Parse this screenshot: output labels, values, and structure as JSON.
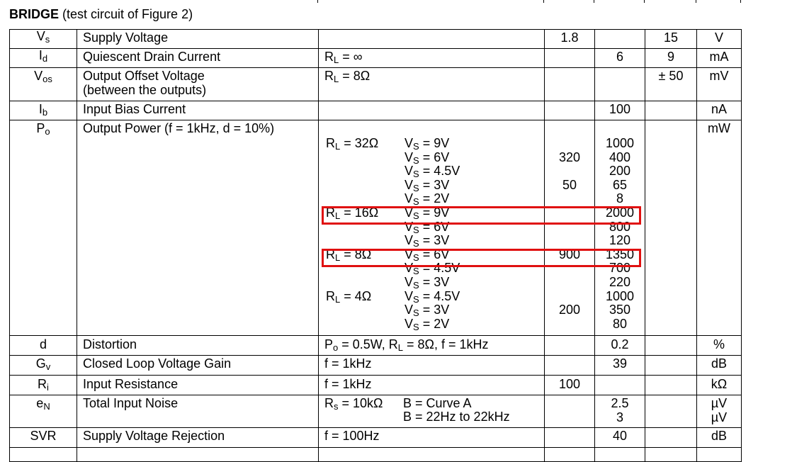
{
  "heading": {
    "bold": "BRIDGE",
    "rest": " (test circuit of Figure 2)"
  },
  "units": {
    "inf": "∞",
    "ohm": "Ω",
    "kohm": "kΩ",
    "uv": "µV",
    "pm": "± 50"
  },
  "rows": {
    "vs": {
      "sym": "V",
      "sub": "s",
      "param": "Supply Voltage",
      "min": "1.8",
      "max": "15",
      "unit": "V"
    },
    "id": {
      "sym": "I",
      "sub": "d",
      "param": "Quiescent Drain Current",
      "cond_pre": "R",
      "cond_sub": "L",
      "cond_post": " = ∞",
      "typ": "6",
      "max": "9",
      "unit": "mA"
    },
    "vos": {
      "sym": "V",
      "sub": "os",
      "param1": "Output Offset Voltage",
      "param2": "(between the outputs)",
      "cond_pre": "R",
      "cond_sub": "L",
      "cond_post": " = 8Ω",
      "max": "± 50",
      "unit": "mV"
    },
    "ib": {
      "sym": "I",
      "sub": "b",
      "param": "Input Bias Current",
      "typ": "100",
      "unit": "nA"
    },
    "po": {
      "sym": "P",
      "sub": "o",
      "param": "Output Power (f = 1kHz, d = 10%)",
      "unit": "mW",
      "lines": [
        {
          "rl": "R",
          "rl_sub": "L",
          "rl_post": " = 32Ω",
          "vs": "V",
          "vs_sub": "S",
          "vs_post": " = 9V",
          "min": "",
          "typ": "1000"
        },
        {
          "rl": "",
          "rl_sub": "",
          "rl_post": "",
          "vs": "V",
          "vs_sub": "S",
          "vs_post": " = 6V",
          "min": "320",
          "typ": "400"
        },
        {
          "rl": "",
          "rl_sub": "",
          "rl_post": "",
          "vs": "V",
          "vs_sub": "S",
          "vs_post": " = 4.5V",
          "min": "",
          "typ": "200"
        },
        {
          "rl": "",
          "rl_sub": "",
          "rl_post": "",
          "vs": "V",
          "vs_sub": "S",
          "vs_post": " = 3V",
          "min": "50",
          "typ": "65"
        },
        {
          "rl": "",
          "rl_sub": "",
          "rl_post": "",
          "vs": "V",
          "vs_sub": "S",
          "vs_post": " = 2V",
          "min": "",
          "typ": "8"
        },
        {
          "rl": "R",
          "rl_sub": "L",
          "rl_post": " = 16Ω",
          "vs": "V",
          "vs_sub": "S",
          "vs_post": " = 9V",
          "min": "",
          "typ": "2000"
        },
        {
          "rl": "",
          "rl_sub": "",
          "rl_post": "",
          "vs": "V",
          "vs_sub": "S",
          "vs_post": " = 6V",
          "min": "",
          "typ": "800"
        },
        {
          "rl": "",
          "rl_sub": "",
          "rl_post": "",
          "vs": "V",
          "vs_sub": "S",
          "vs_post": " = 3V",
          "min": "",
          "typ": "120"
        },
        {
          "rl": "R",
          "rl_sub": "L",
          "rl_post": " = 8Ω",
          "vs": "V",
          "vs_sub": "S",
          "vs_post": " = 6V",
          "min": "900",
          "typ": "1350"
        },
        {
          "rl": "",
          "rl_sub": "",
          "rl_post": "",
          "vs": "V",
          "vs_sub": "S",
          "vs_post": " = 4.5V",
          "min": "",
          "typ": "700"
        },
        {
          "rl": "",
          "rl_sub": "",
          "rl_post": "",
          "vs": "V",
          "vs_sub": "S",
          "vs_post": " = 3V",
          "min": "",
          "typ": "220"
        },
        {
          "rl": "R",
          "rl_sub": "L",
          "rl_post": " = 4Ω",
          "vs": "V",
          "vs_sub": "S",
          "vs_post": " = 4.5V",
          "min": "",
          "typ": "1000"
        },
        {
          "rl": "",
          "rl_sub": "",
          "rl_post": "",
          "vs": "V",
          "vs_sub": "S",
          "vs_post": " = 3V",
          "min": "200",
          "typ": "350"
        },
        {
          "rl": "",
          "rl_sub": "",
          "rl_post": "",
          "vs": "V",
          "vs_sub": "S",
          "vs_post": " = 2V",
          "min": "",
          "typ": "80"
        }
      ]
    },
    "d": {
      "sym": "d",
      "param": "Distortion",
      "cond_a": "P",
      "cond_a_sub": "o",
      "cond_b": " = 0.5W, R",
      "cond_b_sub": "L",
      "cond_c": " = 8Ω, f = 1kHz",
      "typ": "0.2",
      "unit": "%"
    },
    "gv": {
      "sym": "G",
      "sub": "v",
      "param": "Closed Loop Voltage Gain",
      "cond": "f = 1kHz",
      "typ": "39",
      "unit": "dB"
    },
    "ri": {
      "sym": "R",
      "sub": "i",
      "param": "Input Resistance",
      "cond": "f = 1kHz",
      "min": "100",
      "unit": "kΩ"
    },
    "en": {
      "sym": "e",
      "sub": "N",
      "param": "Total Input Noise",
      "cond_pre": "R",
      "cond_sub": "s",
      "cond_post": " = 10kΩ",
      "b1": "B = Curve A",
      "b2": "B = 22Hz to 22kHz",
      "typ1": "2.5",
      "typ2": "3",
      "unit1": "µV",
      "unit2": "µV"
    },
    "svr": {
      "sym": "SVR",
      "param": "Supply Voltage Rejection",
      "cond": "f = 100Hz",
      "typ": "40",
      "unit": "dB"
    }
  },
  "highlight_color": "#e01010"
}
